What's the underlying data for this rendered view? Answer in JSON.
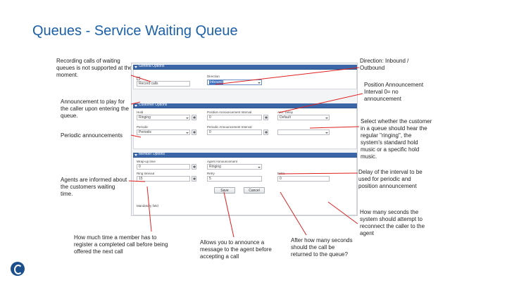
{
  "slide": {
    "title": "Queues - Service Waiting Queue"
  },
  "annotations": {
    "recording": "Recording calls of waiting queues is not supported at the moment.",
    "announcement": "Announcement to play for the caller upon entering the queue.",
    "periodic": "Periodic announcements",
    "agents_informed": "Agents are informed about the customers waiting time.",
    "member_time": "How much time a member has to register a completed call before being offered the next call",
    "announce_agent": "Allows you to announce a message to the agent before accepting a call",
    "after_seconds": "After how many seconds should the call be returned to the queue?",
    "direction": "Direction: Inbound / Outbound",
    "position_interval": "Position Announcement Interval 0= no announcement",
    "hold_music": "Select whether the customer in a queue should hear the regular \"ringing\", the system's standard hold music or a specific hold music.",
    "delay_interval": "Delay of the interval to be used for periodic and position announcement",
    "reconnect": "How many seconds the system should attempt to reconnect the caller to the agent"
  },
  "screenshot": {
    "sections": {
      "general": "General Options",
      "customer": "Customer Options",
      "member": "Member Options"
    },
    "general": {
      "recording_value": "Record calls",
      "direction_label": "Direction",
      "direction_value": "Inbound"
    },
    "customer": {
      "hold_label": "Hold",
      "hold_value": "Ringing",
      "position_label": "Position Announcement Interval",
      "position_value": "0",
      "delay_label": "Ann. Delay",
      "delay_value": "Default",
      "periodic_label": "Periodic",
      "periodic_value": "Periodic",
      "periodic_interval_label": "Periodic Announcement Interval",
      "periodic_interval_value": "0"
    },
    "member": {
      "wrapup_label": "Wrap-up time",
      "wrapup_value": "0",
      "announce_label": "Agent Announcement",
      "announce_value": "Ringing",
      "ring_label": "Ring timeout",
      "ring_value": "15",
      "retry_label": "Retry",
      "retry_value": "5",
      "extra_label": "Extra",
      "extra_value": "0"
    },
    "buttons": {
      "save": "Save",
      "cancel": "Cancel"
    },
    "checkbox_label": "Mandatory field"
  },
  "colors": {
    "title": "#1a5fa8",
    "arrows": "#e02020",
    "section_header": "#3a66a8"
  },
  "icons": {
    "logo": "company-logo-icon"
  }
}
